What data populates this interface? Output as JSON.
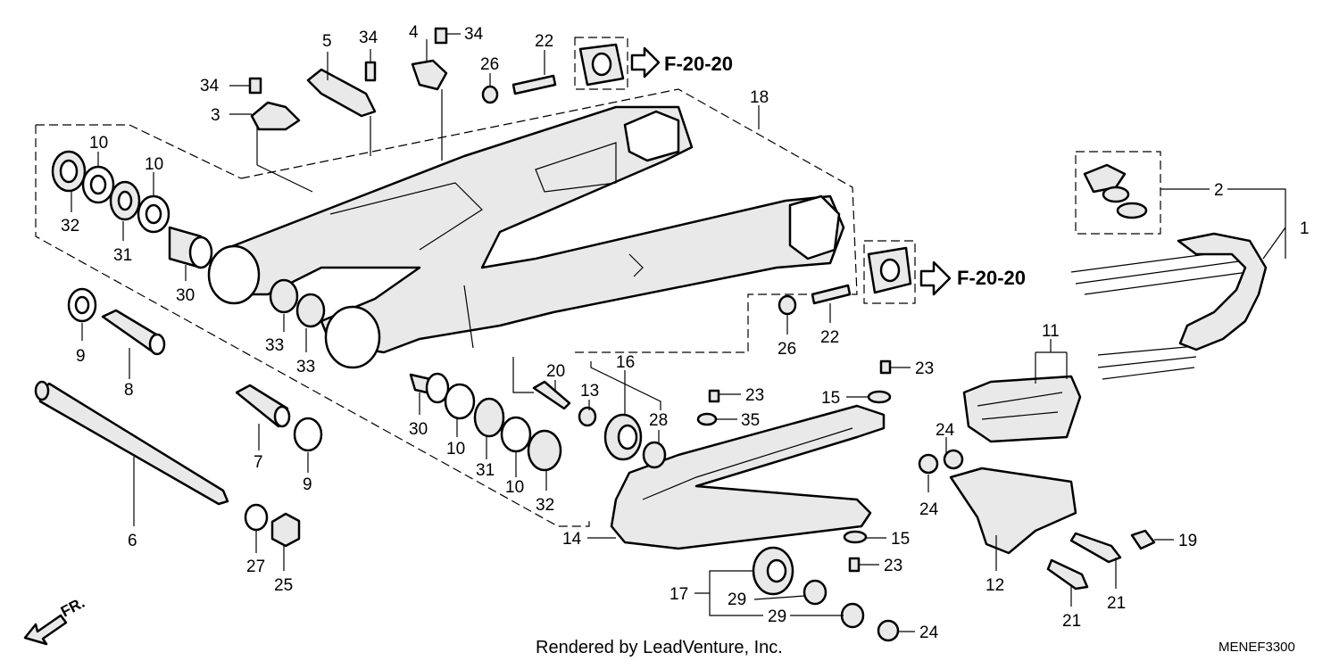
{
  "labels": {
    "l1": "1",
    "l2": "2",
    "l3": "3",
    "l4": "4",
    "l5": "5",
    "l6": "6",
    "l7": "7",
    "l8": "8",
    "l9a": "9",
    "l9b": "9",
    "l10a": "10",
    "l10b": "10",
    "l10c": "10",
    "l10d": "10",
    "l11": "11",
    "l12": "12",
    "l13": "13",
    "l14": "14",
    "l15a": "15",
    "l15b": "15",
    "l16": "16",
    "l17": "17",
    "l18": "18",
    "l19": "19",
    "l20": "20",
    "l21a": "21",
    "l21b": "21",
    "l22a": "22",
    "l22b": "22",
    "l23a": "23",
    "l23b": "23",
    "l23c": "23",
    "l24a": "24",
    "l24b": "24",
    "l24c": "24",
    "l25": "25",
    "l26a": "26",
    "l26b": "26",
    "l27": "27",
    "l28": "28",
    "l29a": "29",
    "l29b": "29",
    "l30a": "30",
    "l30b": "30",
    "l31a": "31",
    "l31b": "31",
    "l32a": "32",
    "l32b": "32",
    "l33a": "33",
    "l33b": "33",
    "l34a": "34",
    "l34b": "34",
    "l34c": "34",
    "l35": "35"
  },
  "references": {
    "top": "F-20-20",
    "right": "F-20-20"
  },
  "direction": "FR.",
  "credit": "Rendered by LeadVenture, Inc.",
  "diagram_code": "MENEF3300"
}
